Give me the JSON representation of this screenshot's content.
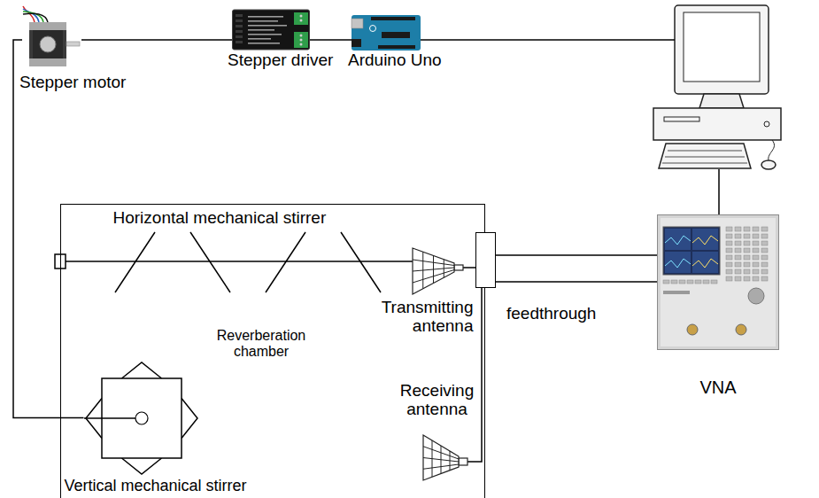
{
  "diagram": {
    "nodes": [
      {
        "text": [
          "Stepper motor"
        ]
      },
      {
        "text": [
          "Stepper driver"
        ]
      },
      {
        "text": [
          "Arduino Uno"
        ]
      },
      {
        "text": [
          "Reverberation chamber"
        ]
      },
      {
        "text": [
          "Horizontal mechanical stirrer"
        ],
        "in": 3
      },
      {
        "text": [
          "Transmitting antenna"
        ],
        "in": 3
      },
      {
        "text": [
          "Receiving antenna"
        ],
        "in": 3
      },
      {
        "text": [
          "Vertical mechanical stirrer"
        ],
        "in": 3
      },
      {
        "text": [
          "feedthrough"
        ]
      },
      {
        "text": [
          "VNA"
        ]
      }
    ],
    "edges": [
      {
        "from": 0,
        "to": 1,
        "arrow": "none"
      },
      {
        "from": 1,
        "to": 2,
        "arrow": "none"
      },
      {
        "from": 0,
        "to": 7,
        "arrow": "none"
      },
      {
        "from": 5,
        "to": 8,
        "arrow": "none"
      },
      {
        "from": 6,
        "to": 8,
        "arrow": "none"
      },
      {
        "from": 8,
        "to": 9,
        "arrow": "none"
      },
      {
        "from": 8,
        "to": 9,
        "arrow": "none"
      }
    ]
  }
}
